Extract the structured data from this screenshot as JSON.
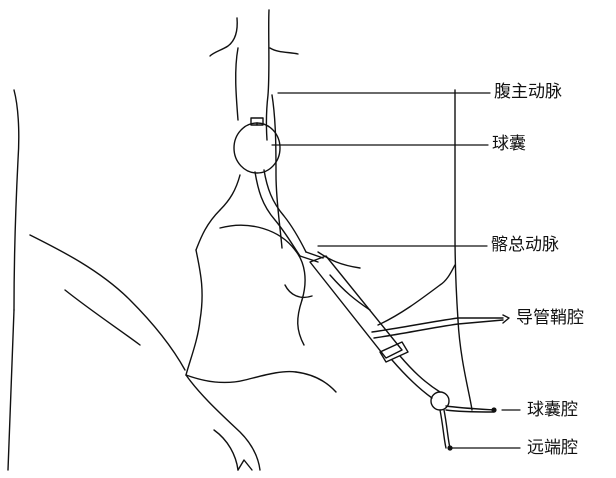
{
  "labels": {
    "abdominal_aorta": "腹主动脉",
    "balloon": "球囊",
    "iliac_artery": "髂总动脉",
    "sheath_lumen": "导管鞘腔",
    "balloon_lumen": "球囊腔",
    "distal_lumen": "远端腔"
  },
  "colors": {
    "stroke": "#111111",
    "background": "#ffffff"
  }
}
